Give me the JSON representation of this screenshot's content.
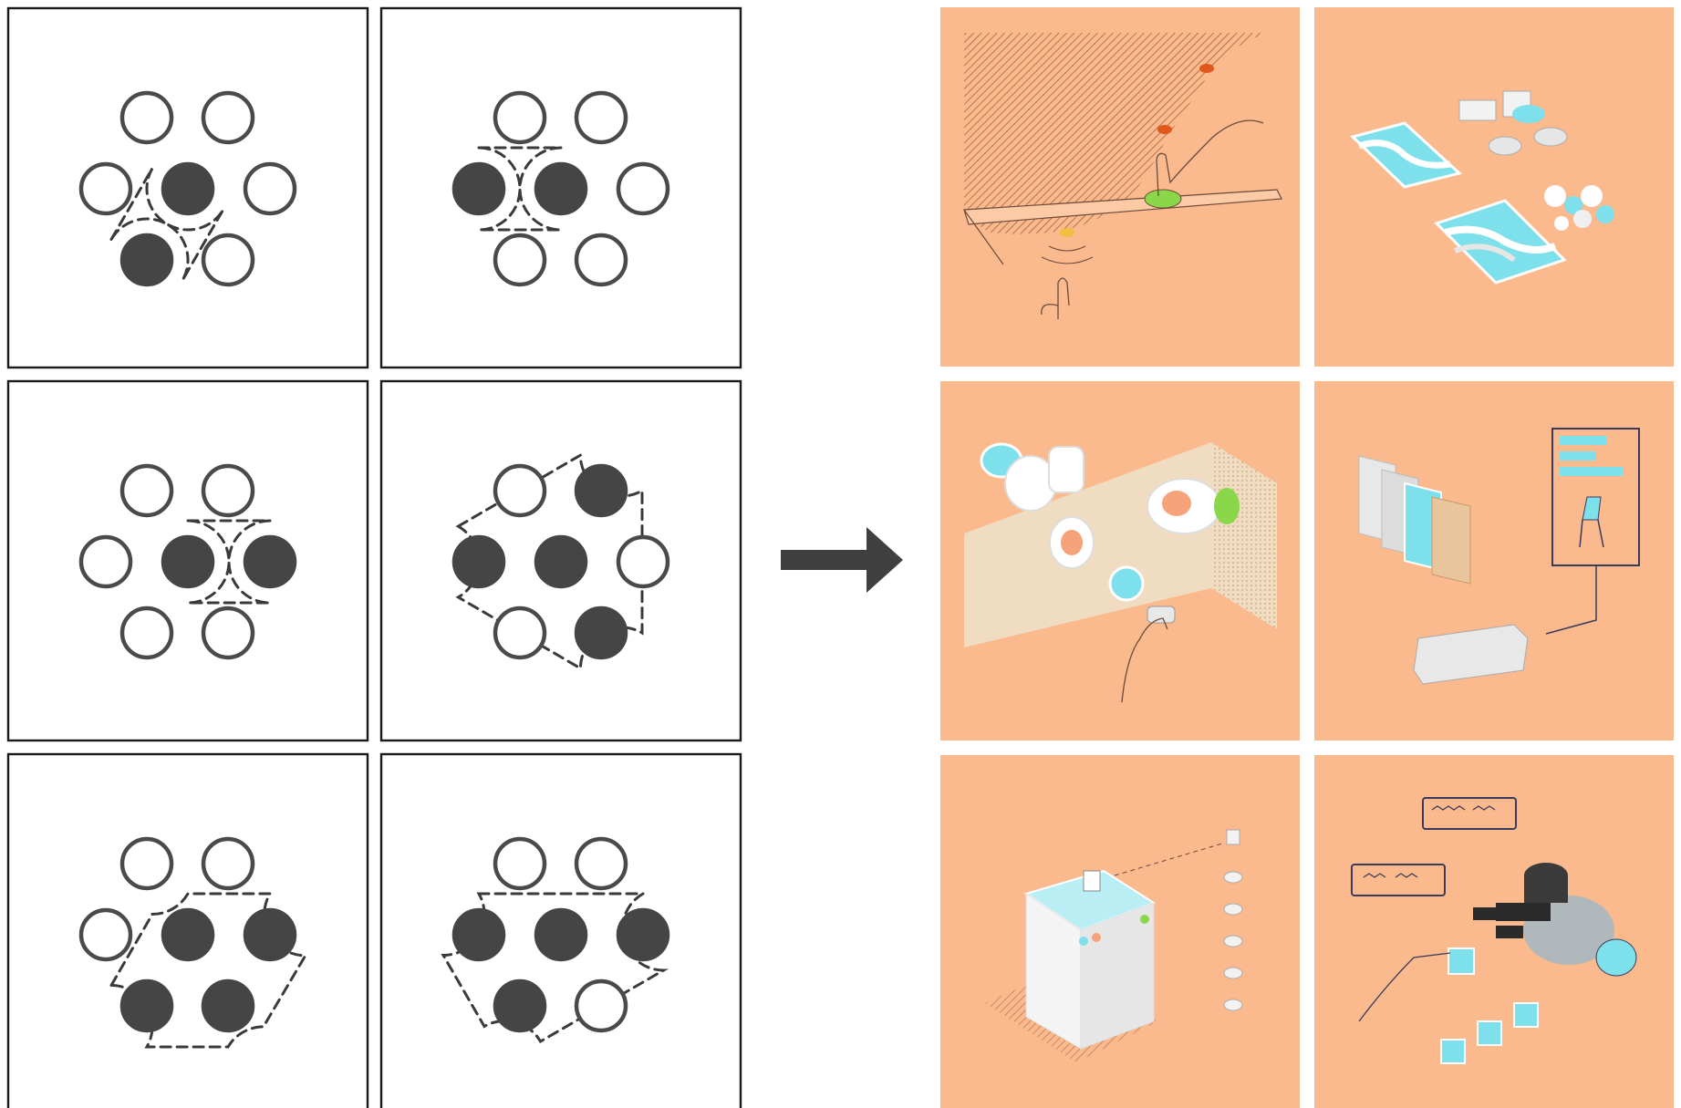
{
  "colors": {
    "panel_border": "#1a1a1a",
    "dot_filled": "#454545",
    "dot_outline": "#4a4a4a",
    "arrow": "#404040",
    "illustration_bg": "#fbb98e",
    "accent_cyan": "#7ee0ea",
    "accent_orange": "#e0581b",
    "accent_green": "#8ad84a"
  },
  "diagram": {
    "description_free": true,
    "dot_grid": [
      "top-left",
      "top-right",
      "mid-left",
      "center",
      "mid-right",
      "bottom-left",
      "bottom-right"
    ],
    "panels": [
      {
        "id": "p1",
        "filled": [
          "center",
          "bottom-left"
        ]
      },
      {
        "id": "p2",
        "filled": [
          "mid-left",
          "center"
        ]
      },
      {
        "id": "p3",
        "filled": [
          "center",
          "mid-right"
        ]
      },
      {
        "id": "p4",
        "filled": [
          "top-right",
          "mid-left",
          "center",
          "bottom-right"
        ]
      },
      {
        "id": "p5",
        "filled": [
          "center",
          "mid-right",
          "bottom-left",
          "bottom-right"
        ]
      },
      {
        "id": "p6",
        "filled": [
          "mid-left",
          "center",
          "mid-right",
          "bottom-left"
        ]
      }
    ],
    "arrow_direction": "right",
    "illustrations": [
      {
        "id": "i1",
        "icon": "hand-drawing-on-surface-icon"
      },
      {
        "id": "i2",
        "icon": "material-pieces-icon"
      },
      {
        "id": "i3",
        "icon": "wall-mounted-parts-icon"
      },
      {
        "id": "i4",
        "icon": "material-samples-chair-icon"
      },
      {
        "id": "i5",
        "icon": "fabrication-machine-icon"
      },
      {
        "id": "i6",
        "icon": "robot-arm-assembly-icon"
      }
    ]
  }
}
